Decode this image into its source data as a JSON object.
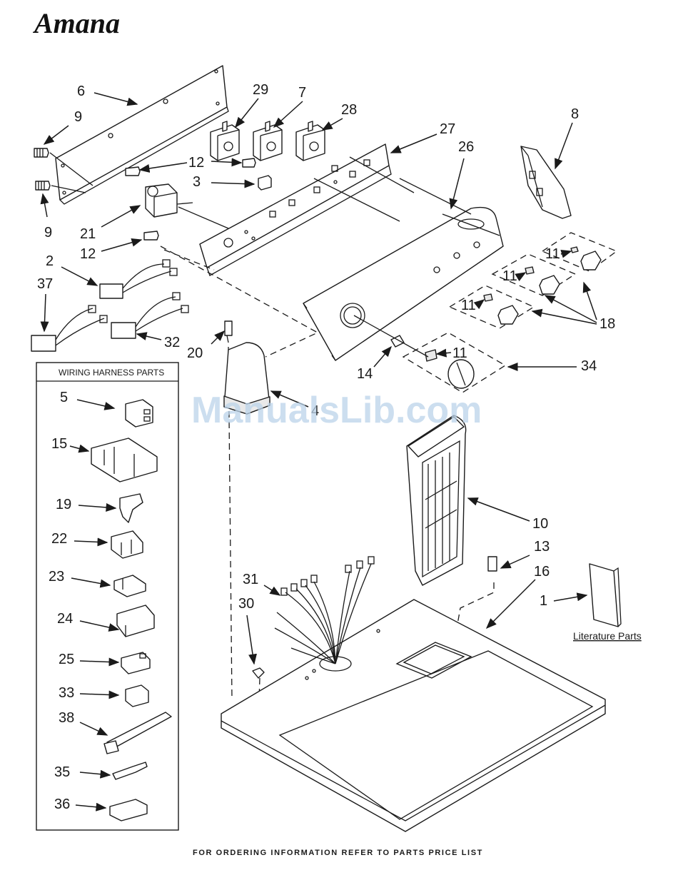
{
  "brand": "Amana",
  "watermark": "ManualsLib.com",
  "footer": "FOR ORDERING INFORMATION REFER TO PARTS PRICE LIST",
  "wiring_box": {
    "title": "WIRING HARNESS PARTS",
    "labels": [
      "5",
      "15",
      "19",
      "22",
      "23",
      "24",
      "25",
      "33",
      "38",
      "35",
      "36"
    ]
  },
  "literature": {
    "label": "Literature Parts"
  },
  "callouts": {
    "c6": "6",
    "c9a": "9",
    "c9b": "9",
    "c29": "29",
    "c7": "7",
    "c28": "28",
    "c27": "27",
    "c26": "26",
    "c8": "8",
    "c12a": "12",
    "c3": "3",
    "c21": "21",
    "c12b": "12",
    "c2": "2",
    "c37": "37",
    "c32": "32",
    "c20": "20",
    "c11a": "11",
    "c11b": "11",
    "c11c": "11",
    "c18": "18",
    "c11d": "11",
    "c14": "14",
    "c34": "34",
    "c4": "4",
    "c10": "10",
    "c13": "13",
    "c16": "16",
    "c1": "1",
    "c31": "31",
    "c30": "30"
  },
  "colors": {
    "ink": "#1a1a1a",
    "watermark": "#bcd4ea"
  }
}
